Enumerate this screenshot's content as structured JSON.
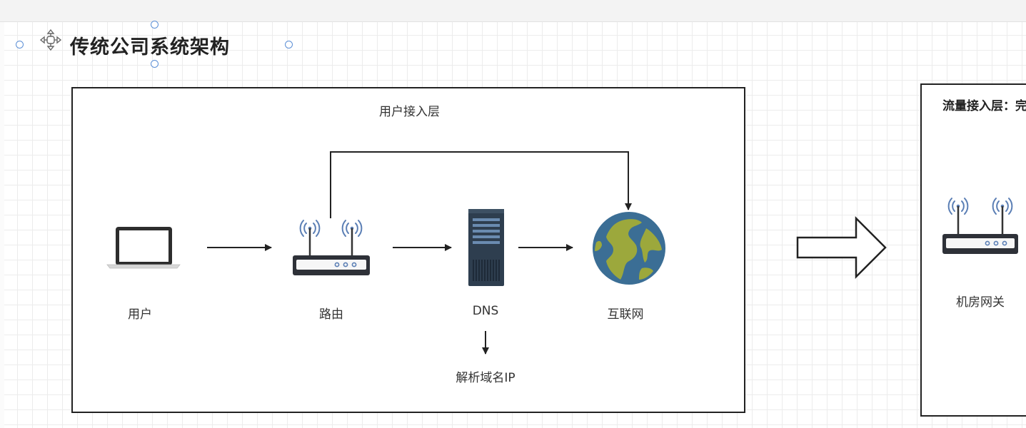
{
  "diagram": {
    "title": "传统公司系统架构",
    "left_panel": {
      "title": "用户接入层",
      "nodes": [
        {
          "id": "user",
          "label": "用户",
          "icon": "laptop-icon"
        },
        {
          "id": "router",
          "label": "路由",
          "icon": "router-icon"
        },
        {
          "id": "dns",
          "label": "DNS",
          "icon": "server-icon"
        },
        {
          "id": "internet",
          "label": "互联网",
          "icon": "globe-icon"
        }
      ],
      "dns_note": "解析域名IP"
    },
    "right_panel": {
      "title": "流量接入层：完",
      "nodes": [
        {
          "id": "gateway",
          "label": "机房网关",
          "icon": "router-icon"
        }
      ]
    },
    "edges": [
      {
        "from": "user",
        "to": "router"
      },
      {
        "from": "router",
        "to": "dns"
      },
      {
        "from": "dns",
        "to": "internet"
      },
      {
        "from": "router",
        "to": "internet",
        "route": "over-top"
      },
      {
        "from": "dns",
        "to": "dns_note"
      },
      {
        "from": "left_panel",
        "to": "right_panel",
        "style": "block-arrow"
      }
    ],
    "colors": {
      "stroke": "#222222",
      "wifi_blue": "#5b7fb5",
      "globe_ocean": "#3b6e95",
      "globe_land": "#9ca83c",
      "server_dark": "#2e3e4f",
      "selection_handle": "#5b8fd6"
    }
  }
}
